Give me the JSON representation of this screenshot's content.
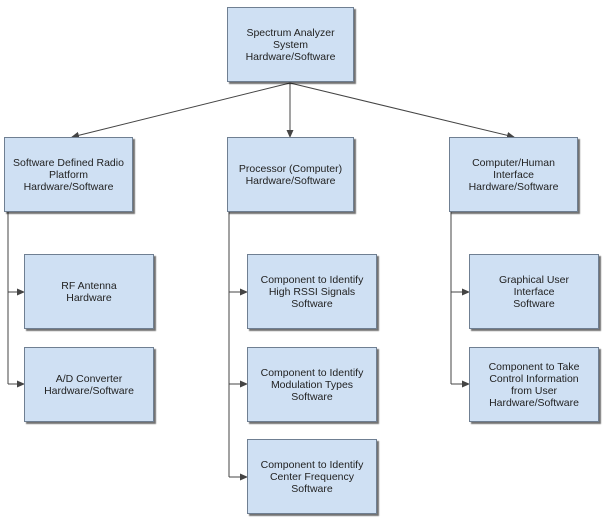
{
  "nodes": {
    "root": [
      "Spectrum Analyzer",
      "System",
      "Hardware/Software"
    ],
    "sdr": [
      "Software Defined Radio",
      "Platform",
      "Hardware/Software"
    ],
    "processor": [
      "Processor (Computer)",
      "Hardware/Software"
    ],
    "chi": [
      "Computer/Human",
      "Interface",
      "Hardware/Software"
    ],
    "rf_antenna": [
      "RF Antenna",
      "Hardware"
    ],
    "ad_converter": [
      "A/D Converter",
      "Hardware/Software"
    ],
    "rssi": [
      "Component to Identify",
      "High RSSI Signals",
      "Software"
    ],
    "modulation": [
      "Component to Identify",
      "Modulation Types",
      "Software"
    ],
    "center_freq": [
      "Component to Identify",
      "Center Frequency",
      "Software"
    ],
    "gui": [
      "Graphical User",
      "Interface",
      "Software"
    ],
    "control": [
      "Component to Take",
      "Control Information",
      "from User",
      "Hardware/Software"
    ]
  },
  "colors": {
    "box_fill": "#cfe0f3",
    "box_border": "#6f7f92",
    "connector": "#444444"
  }
}
